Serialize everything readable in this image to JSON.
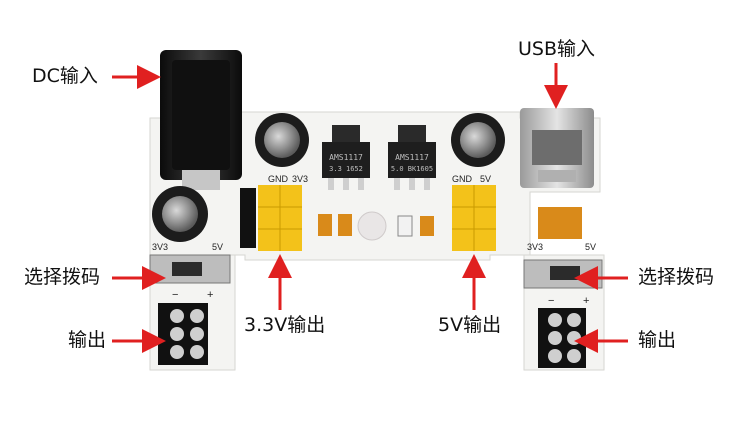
{
  "labels": {
    "dc_input": "DC输入",
    "usb_input": "USB输入",
    "select_switch_left": "选择拨码",
    "select_switch_right": "选择拨码",
    "output_left": "输出",
    "output_right": "输出",
    "out_3v3": "3.3V输出",
    "out_5v": "5V输出"
  },
  "silkscreen": {
    "left_header_gnd": "GND",
    "left_header_3v3": "3V3",
    "right_header_gnd": "GND",
    "right_header_5v": "5V",
    "left_switch_3v3": "3V3",
    "left_switch_5v": "5V",
    "right_switch_3v3": "3V3",
    "right_switch_5v": "5V",
    "minus": "−",
    "plus": "+"
  },
  "chips": {
    "left_line1": "AMS1117",
    "left_line2": "3.3 1652",
    "right_line1": "AMS1117",
    "right_line2": "5.0 BK1605"
  },
  "colors": {
    "pcb": "#f4f4f2",
    "header": "#f3c21a",
    "arrow": "#e02020",
    "capacitor": "#1c1c1c",
    "fuse": "#d98a1a"
  }
}
